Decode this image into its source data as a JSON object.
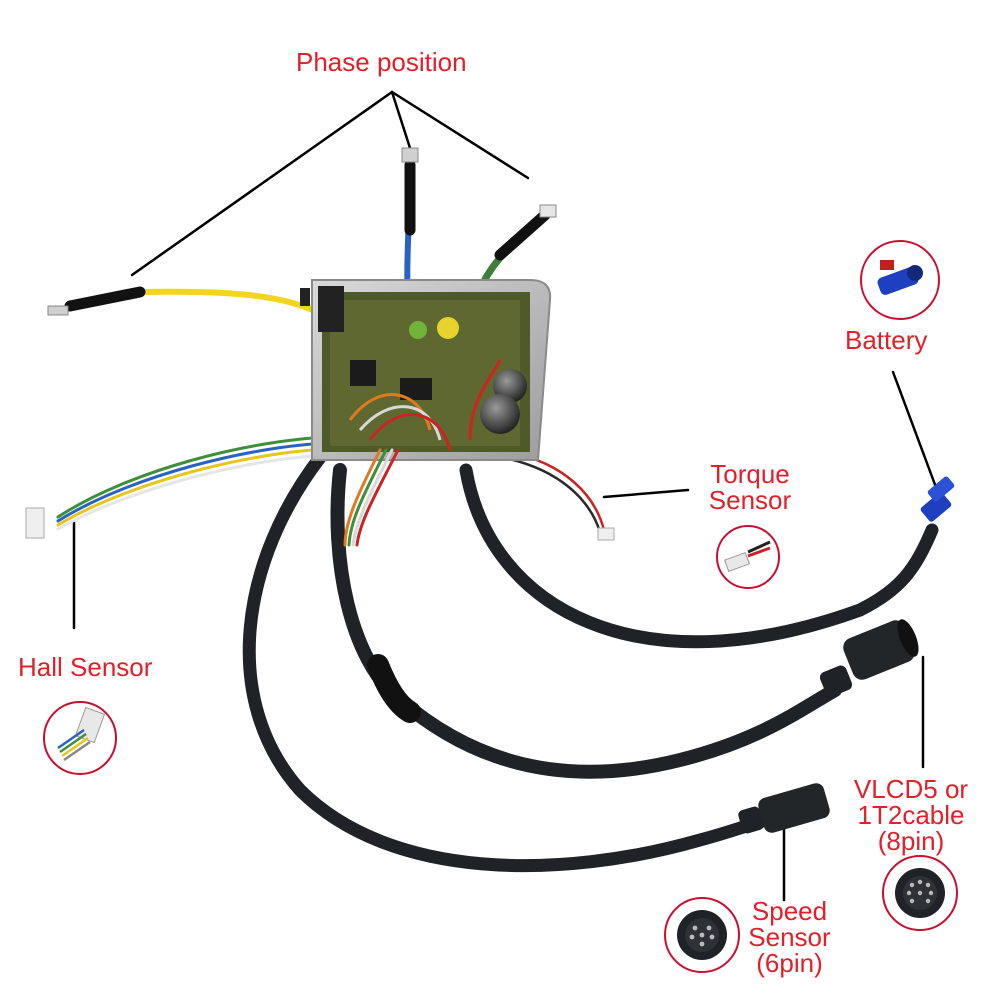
{
  "labels": {
    "phase_position": "Phase position",
    "battery": "Battery",
    "torque_sensor": [
      "Torque",
      "Sensor"
    ],
    "hall_sensor": "Hall Sensor",
    "vlcd5": [
      "VLCD5 or",
      "1T2cable",
      "(8pin)"
    ],
    "speed_sensor": [
      "Speed",
      "Sensor",
      "(6pin)"
    ]
  },
  "colors": {
    "label_text": "#e3202a",
    "leader_line": "#000000",
    "cable": "#1f2226",
    "controller_case": "#b9b9b9",
    "pcb": "#4f5a2a",
    "wire_yellow": "#f2d51c",
    "wire_blue": "#2a62c4",
    "wire_green": "#3f7d3a",
    "wire_red": "#d02222",
    "callout_ring": "#c8102e",
    "battery_connector": "#1e3fbf"
  },
  "icons": [
    "xt60-connector-icon",
    "jst-connector-icon",
    "hall-plug-icon",
    "8pin-socket-icon",
    "6pin-socket-icon"
  ]
}
